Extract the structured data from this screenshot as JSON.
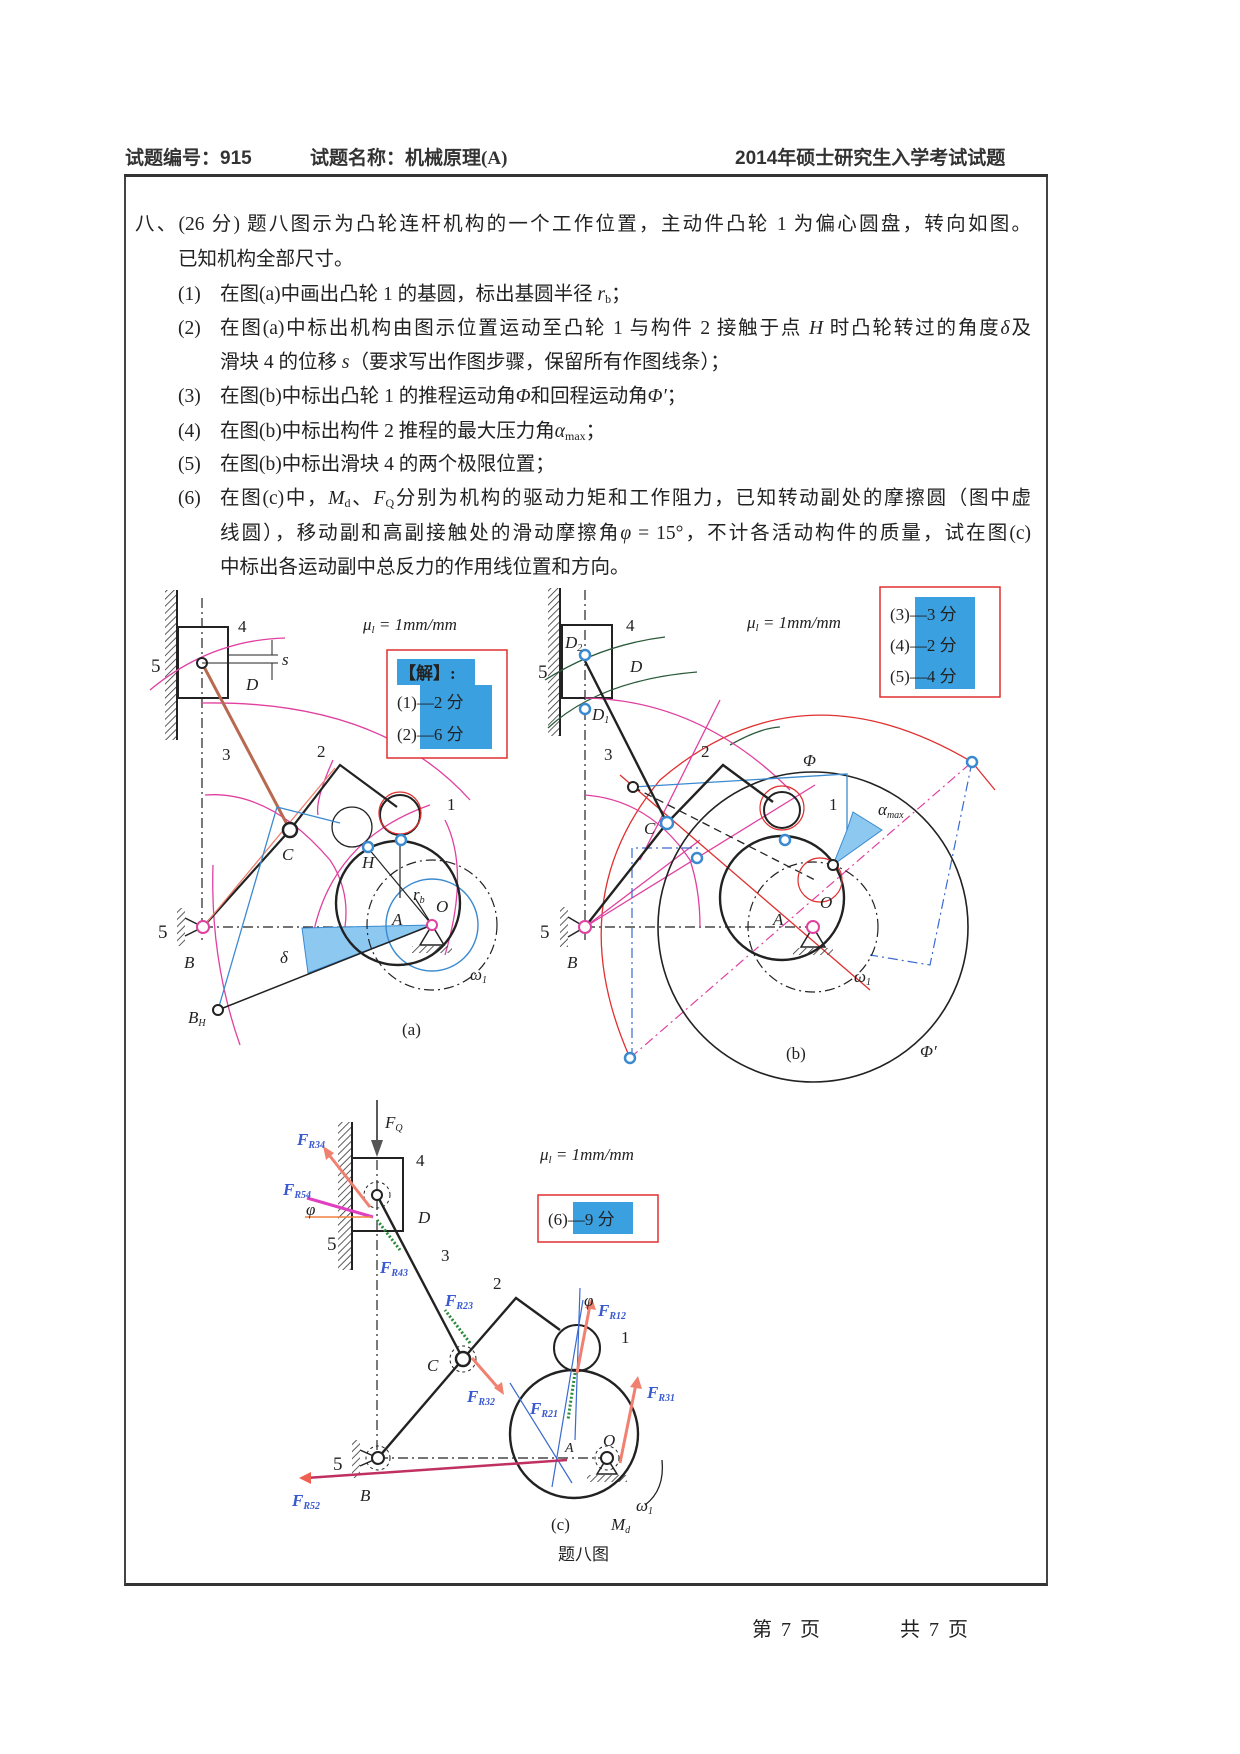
{
  "header": {
    "code_label": "试题编号：",
    "code": "915",
    "name_label": "试题名称：",
    "name": "机械原理(A)",
    "year": "2014",
    "title": "年硕士研究生入学考试试题"
  },
  "question": {
    "line1": "八、(26 分) 题八图示为凸轮连杆机构的一个工作位置，主动件凸轮 1 为偏心圆盘，转向如图。",
    "line2": "已知机构全部尺寸。",
    "items": [
      {
        "label": "(1)",
        "text_a": "在图(a)中画出凸轮 1 的基圆，标出基圆半径 ",
        "var": "r",
        "sub": "b",
        "text_b": "；"
      },
      {
        "label": "(2)",
        "text_a": "在图(a)中标出机构由图示位置运动至凸轮 1 与构件 2 接触于点 ",
        "var": "H",
        "text_b": " 时凸轮转过的角度",
        "var2": "δ",
        "text_c": "及",
        "line2_a": "滑块 4 的位移 ",
        "line2_var": "s",
        "line2_b": "（要求写出作图步骤，保留所有作图线条）；"
      },
      {
        "label": "(3)",
        "text_a": "在图(b)中标出凸轮 1 的推程运动角",
        "var": "Φ",
        "text_b": "和回程运动角",
        "var2": "Φ′",
        "text_c": "；"
      },
      {
        "label": "(4)",
        "text_a": "在图(b)中标出构件 2 推程的最大压力角",
        "var": "α",
        "sub": "max",
        "text_b": "；"
      },
      {
        "label": "(5)",
        "text_a": "在图(b)中标出滑块 4 的两个极限位置；"
      },
      {
        "label": "(6)",
        "text_a": "在图(c)中，",
        "var": "M",
        "sub": "d",
        "text_b": "、",
        "var2": "F",
        "sub2": "Q",
        "text_c": "分别为机构的驱动力矩和工作阻力，已知转动副处的摩擦圆（图中虚",
        "line2_a": "线圆），移动副和高副接触处的滑动摩擦角",
        "line2_var": "φ",
        "line2_b": " = 15°，不计各活动构件的质量，试在图(c)",
        "line3": "中标出各运动副中总反力的作用线位置和方向。"
      }
    ]
  },
  "figures": {
    "scale": "μ",
    "scale_sub": "l",
    "scale_val": " = 1mm/mm",
    "a": {
      "caption": "(a)",
      "answer_title": "【解】:",
      "score1": "(1)—2 分",
      "score2": "(2)—6 分",
      "labels": {
        "n4": "4",
        "n5": "5",
        "n5b": "5",
        "s": "s",
        "D": "D",
        "n3": "3",
        "n2": "2",
        "n1": "1",
        "C": "C",
        "H": "H",
        "A": "A",
        "O": "O",
        "rb": "r",
        "rb_sub": "b",
        "B": "B",
        "delta": "δ",
        "omega": "ω",
        "omega_sub": "1",
        "BH": "B",
        "BH_sub": "H"
      }
    },
    "b": {
      "caption": "(b)",
      "score3": "(3)—3 分",
      "score4": "(4)—2 分",
      "score5": "(5)—4 分",
      "labels": {
        "D2": "D",
        "D2_sub": "2",
        "D": "D",
        "D1": "D",
        "D1_sub": "1",
        "n4": "4",
        "n5": "5",
        "n5b": "5",
        "n3": "3",
        "n2": "2",
        "n1": "1",
        "C": "C",
        "A": "A",
        "O": "O",
        "B": "B",
        "Phi": "Φ",
        "alpha": "α",
        "alpha_sub": "max",
        "omega": "ω",
        "omega_sub": "1",
        "Phi2": "Φ′"
      }
    },
    "c": {
      "caption": "(c)",
      "figure_title": "题八图",
      "score6": "(6)—9 分",
      "labels": {
        "FQ": "F",
        "FQ_sub": "Q",
        "FR34": "F",
        "FR34_sub": "R34",
        "FR54": "F",
        "FR54_sub": "R54",
        "phi": "φ",
        "FR43": "F",
        "FR43_sub": "R43",
        "FR23": "F",
        "FR23_sub": "R23",
        "FR32": "F",
        "FR32_sub": "R32",
        "FR12": "F",
        "FR12_sub": "R12",
        "phi2": "φ",
        "FR21": "F",
        "FR21_sub": "R21",
        "FR31": "F",
        "FR31_sub": "R31",
        "FR52": "F",
        "FR52_sub": "R52",
        "n4": "4",
        "n5": "5",
        "n5b": "5",
        "D": "D",
        "n3": "3",
        "n2": "2",
        "n1": "1",
        "C": "C",
        "A": "A",
        "O": "O",
        "B": "B",
        "omega": "ω",
        "omega_sub": "1",
        "Md": "M",
        "Md_sub": "d"
      }
    }
  },
  "footer": {
    "page": "第 7 页",
    "total": "共 7 页"
  },
  "colors": {
    "highlight": "#3aa0e0",
    "answer_border": "#e03030",
    "pink": "#e040a0",
    "force": "#f08070"
  }
}
